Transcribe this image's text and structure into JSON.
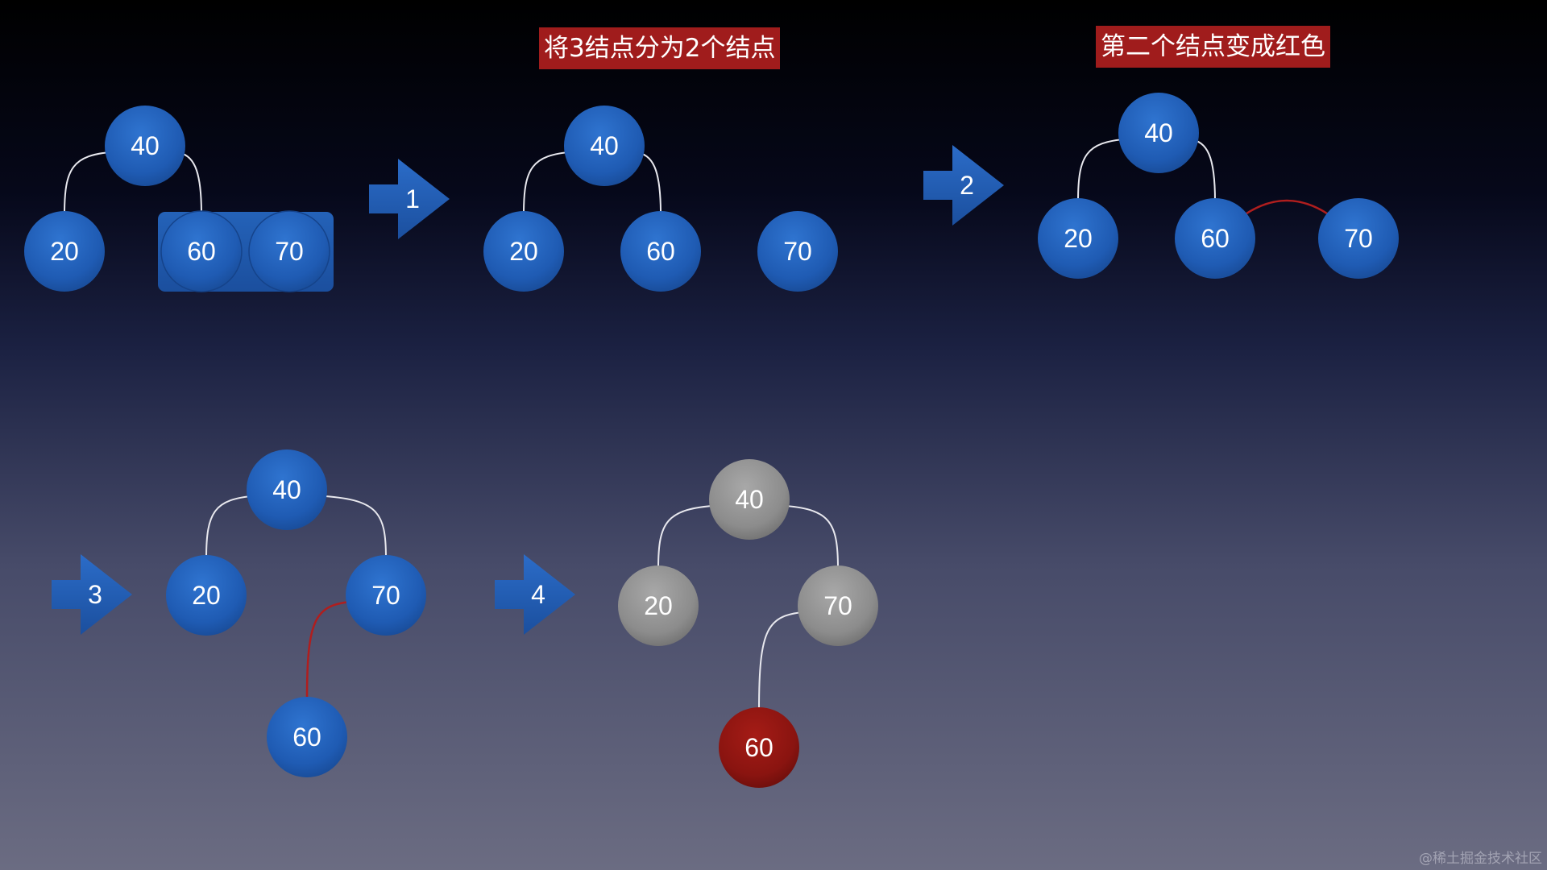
{
  "captions": {
    "split": "将3结点分为2个结点",
    "recolor": "第二个结点变成红色"
  },
  "steps": [
    "1",
    "2",
    "3",
    "4"
  ],
  "colors": {
    "blue_node": "#2160b8",
    "blue_node_dark": "#174b97",
    "gray_node": "#8e8e8e",
    "red_node": "#8c1410",
    "edge_white": "#e8e8ee",
    "edge_red": "#b01e1e",
    "caption_bg": "#a01c1c"
  },
  "trees": [
    {
      "name": "initial",
      "nodes": [
        {
          "id": "a40",
          "label": "40",
          "color": "blue"
        },
        {
          "id": "a20",
          "label": "20",
          "color": "blue"
        },
        {
          "id": "a60",
          "label": "60",
          "color": "blue"
        },
        {
          "id": "a70",
          "label": "70",
          "color": "blue"
        }
      ],
      "edges": [
        [
          "a40",
          "a20",
          "white"
        ],
        [
          "a40",
          "a60",
          "white"
        ]
      ],
      "grouped": [
        "a60",
        "a70"
      ]
    },
    {
      "name": "after-split",
      "nodes": [
        {
          "id": "b40",
          "label": "40",
          "color": "blue"
        },
        {
          "id": "b20",
          "label": "20",
          "color": "blue"
        },
        {
          "id": "b60",
          "label": "60",
          "color": "blue"
        },
        {
          "id": "b70",
          "label": "70",
          "color": "blue"
        }
      ],
      "edges": [
        [
          "b40",
          "b20",
          "white"
        ],
        [
          "b40",
          "b60",
          "white"
        ]
      ]
    },
    {
      "name": "after-recolor",
      "nodes": [
        {
          "id": "c40",
          "label": "40",
          "color": "blue"
        },
        {
          "id": "c20",
          "label": "20",
          "color": "blue"
        },
        {
          "id": "c60",
          "label": "60",
          "color": "blue"
        },
        {
          "id": "c70",
          "label": "70",
          "color": "blue"
        }
      ],
      "edges": [
        [
          "c40",
          "c20",
          "white"
        ],
        [
          "c40",
          "c60",
          "white"
        ],
        [
          "c60",
          "c70",
          "red"
        ]
      ]
    },
    {
      "name": "after-rotate",
      "nodes": [
        {
          "id": "d40",
          "label": "40",
          "color": "blue"
        },
        {
          "id": "d20",
          "label": "20",
          "color": "blue"
        },
        {
          "id": "d70",
          "label": "70",
          "color": "blue"
        },
        {
          "id": "d60",
          "label": "60",
          "color": "blue"
        }
      ],
      "edges": [
        [
          "d40",
          "d20",
          "white"
        ],
        [
          "d40",
          "d70",
          "white"
        ],
        [
          "d70",
          "d60",
          "red"
        ]
      ]
    },
    {
      "name": "final-red-black",
      "nodes": [
        {
          "id": "e40",
          "label": "40",
          "color": "gray"
        },
        {
          "id": "e20",
          "label": "20",
          "color": "gray"
        },
        {
          "id": "e70",
          "label": "70",
          "color": "gray"
        },
        {
          "id": "e60",
          "label": "60",
          "color": "red"
        }
      ],
      "edges": [
        [
          "e40",
          "e20",
          "white"
        ],
        [
          "e40",
          "e70",
          "white"
        ],
        [
          "e70",
          "e60",
          "white"
        ]
      ]
    }
  ],
  "watermark": "@稀土掘金技术社区"
}
